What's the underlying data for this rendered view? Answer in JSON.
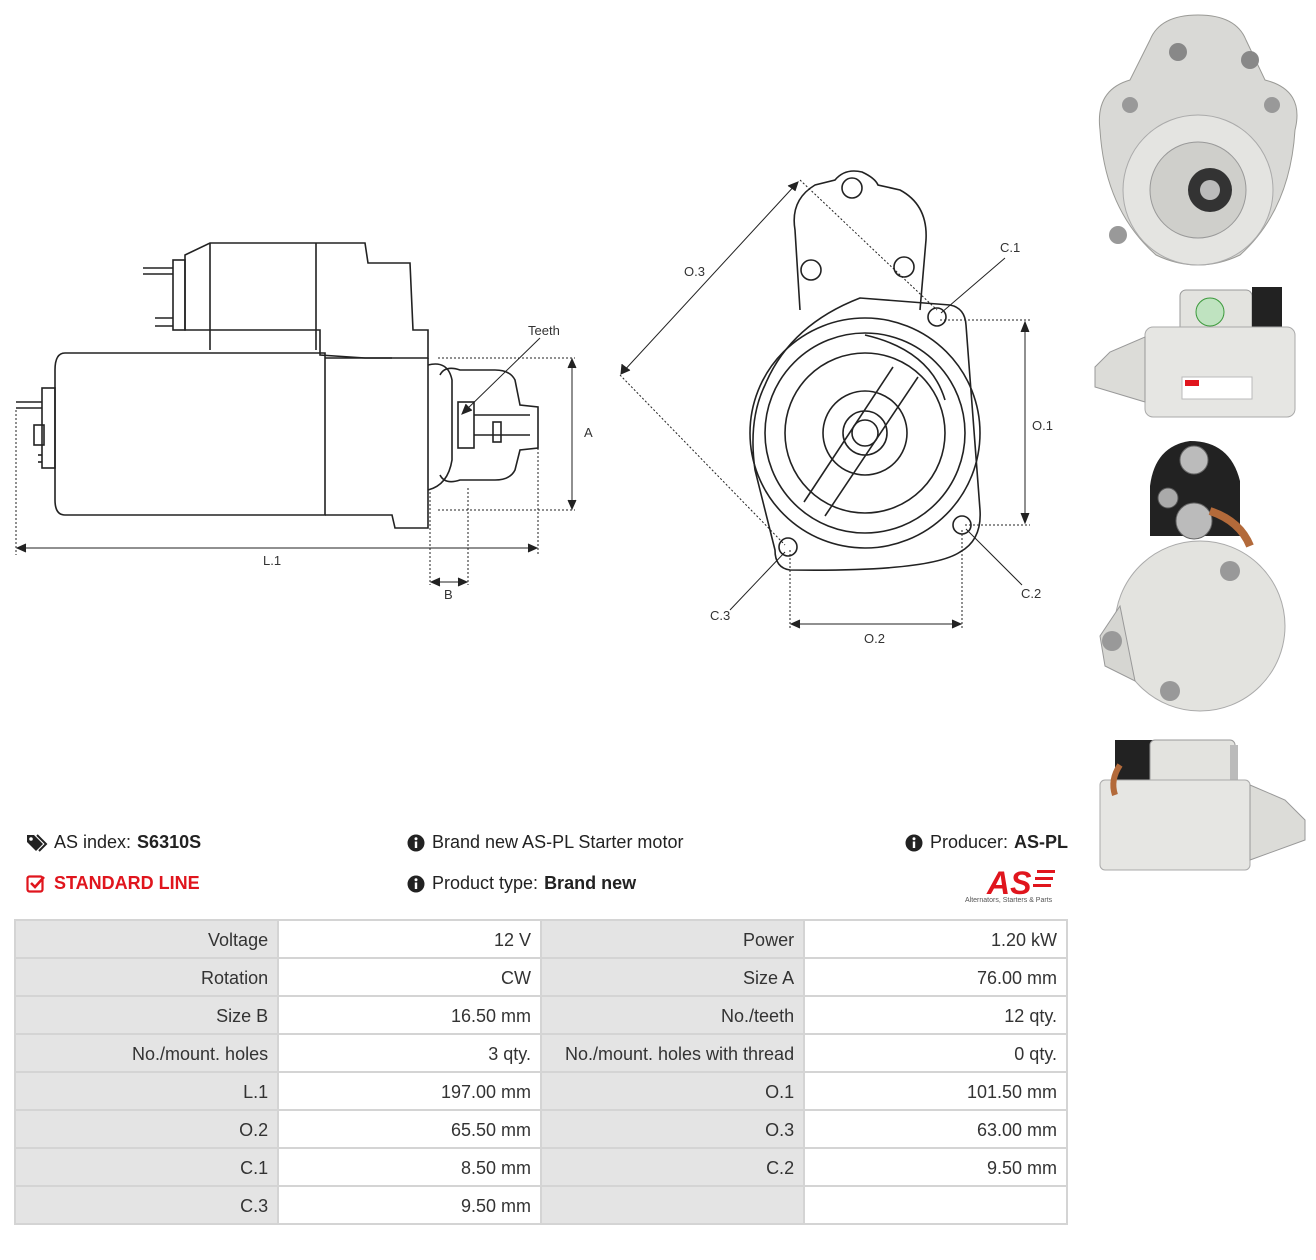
{
  "drawing_labels": {
    "teeth": "Teeth",
    "a": "A",
    "b": "B",
    "l1": "L.1",
    "o1": "O.1",
    "o2": "O.2",
    "o3": "O.3",
    "c1": "C.1",
    "c2": "C.2",
    "c3": "C.3"
  },
  "info": {
    "as_index_label": "AS index:",
    "as_index_value": "S6310S",
    "line_label": "STANDARD LINE",
    "description": "Brand new AS-PL Starter motor",
    "product_type_label": "Product type:",
    "product_type_value": "Brand new",
    "producer_label": "Producer:",
    "producer_value": "AS-PL"
  },
  "logo": {
    "mark": "AS",
    "tagline": "Alternators, Starters & Parts",
    "brand_color": "#e0151d"
  },
  "specs": [
    [
      {
        "label": "Voltage",
        "value": "12 V"
      },
      {
        "label": "Power",
        "value": "1.20 kW"
      }
    ],
    [
      {
        "label": "Rotation",
        "value": "CW"
      },
      {
        "label": "Size A",
        "value": "76.00 mm"
      }
    ],
    [
      {
        "label": "Size B",
        "value": "16.50 mm"
      },
      {
        "label": "No./teeth",
        "value": "12 qty."
      }
    ],
    [
      {
        "label": "No./mount. holes",
        "value": "3 qty."
      },
      {
        "label": "No./mount. holes with thread",
        "value": "0 qty."
      }
    ],
    [
      {
        "label": "L.1",
        "value": "197.00 mm"
      },
      {
        "label": "O.1",
        "value": "101.50 mm"
      }
    ],
    [
      {
        "label": "O.2",
        "value": "65.50 mm"
      },
      {
        "label": "O.3",
        "value": "63.00 mm"
      }
    ],
    [
      {
        "label": "C.1",
        "value": "8.50 mm"
      },
      {
        "label": "C.2",
        "value": "9.50 mm"
      }
    ],
    [
      {
        "label": "C.3",
        "value": "9.50 mm"
      },
      {
        "label": "",
        "value": ""
      }
    ]
  ],
  "icons": {
    "tags": "tags-icon",
    "check": "checkbox-icon",
    "info": "info-icon"
  }
}
